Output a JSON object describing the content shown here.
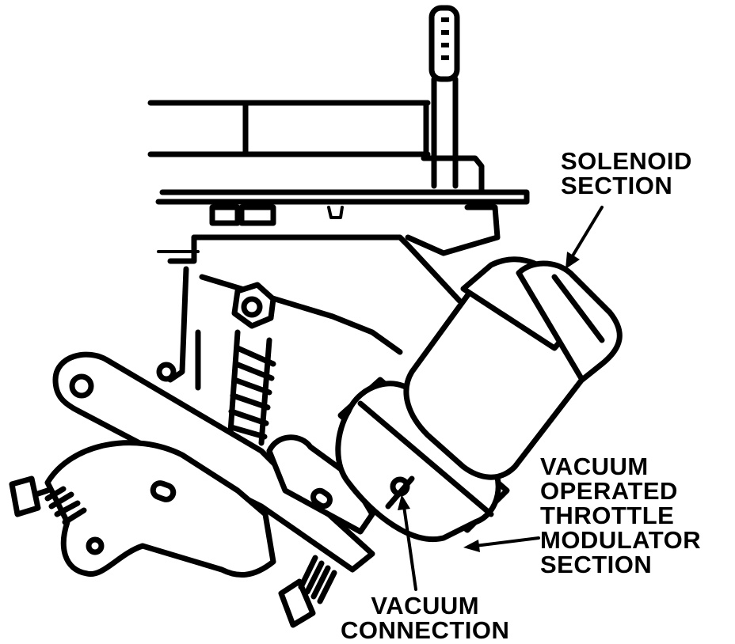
{
  "labels": {
    "solenoid": [
      "SOLENOID",
      "SECTION"
    ],
    "vacuum_modulator": [
      "VACUUM",
      "OPERATED",
      "THROTTLE",
      "MODULATOR",
      "SECTION"
    ],
    "vacuum_connection": [
      "VACUUM",
      "CONNECTION"
    ]
  },
  "colors": {
    "ink": "#000000",
    "paper": "#ffffff"
  }
}
